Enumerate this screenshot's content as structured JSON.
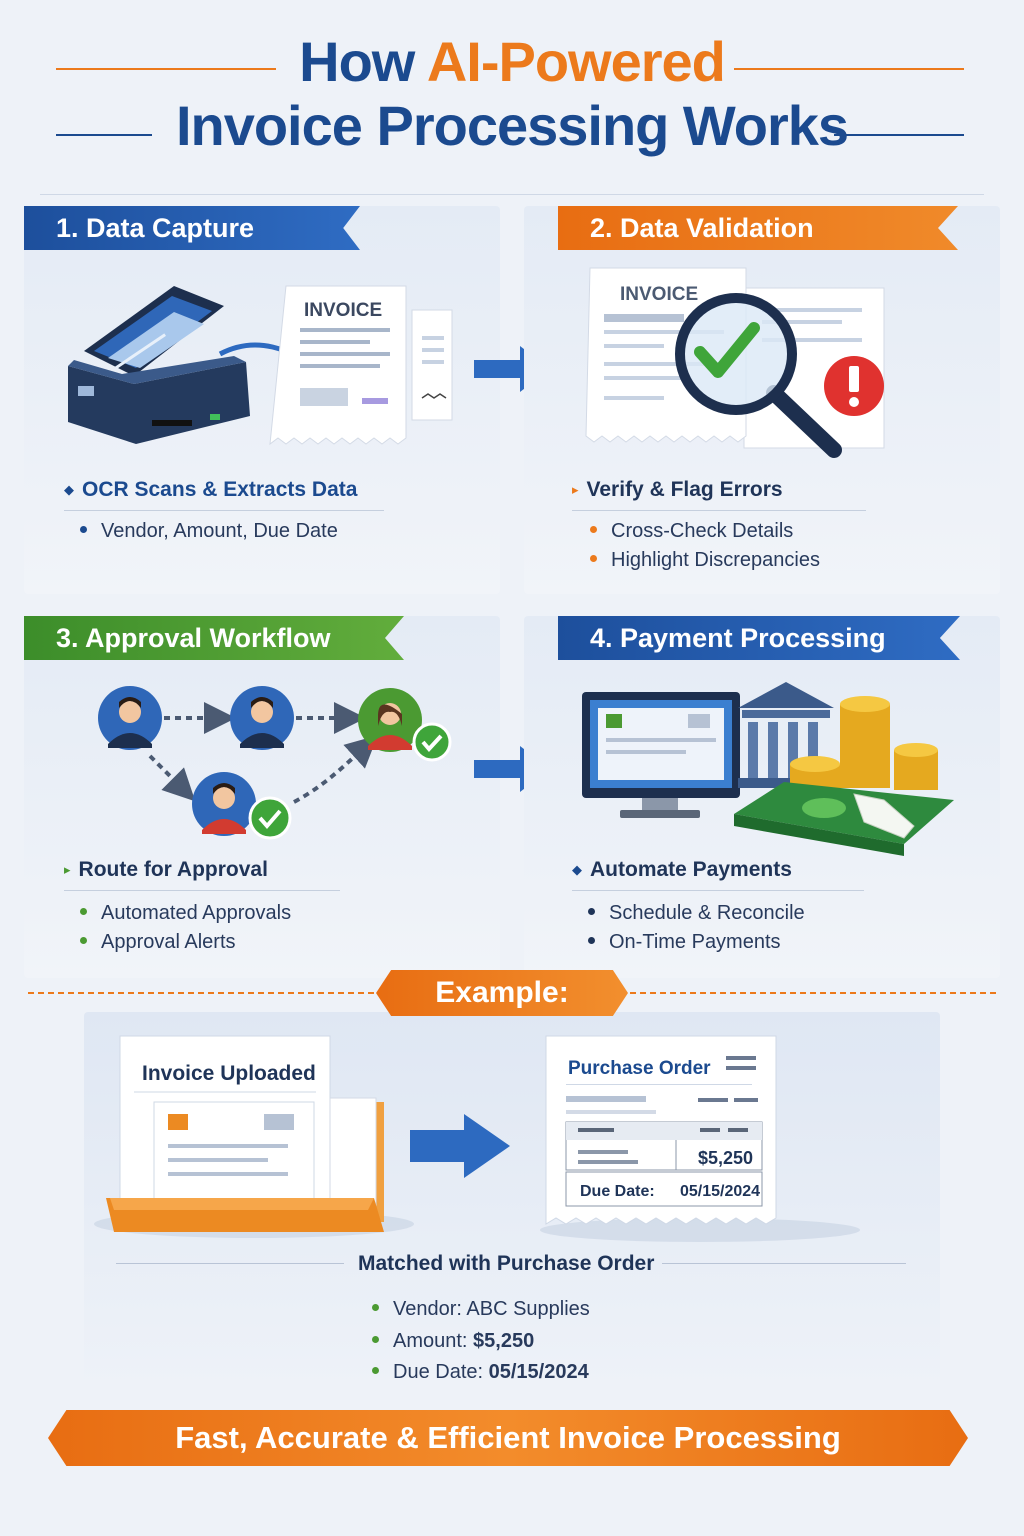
{
  "title": {
    "line1_prefix": "How ",
    "line1_accent": "AI-Powered",
    "line2": "Invoice Processing Works"
  },
  "colors": {
    "navy": "#1b4a8f",
    "orange": "#ec7a1c",
    "green": "#4b9a32",
    "blue_arrow": "#2d6ac0"
  },
  "steps": [
    {
      "title": "1. Data Capture",
      "doc_label": "INVOICE",
      "heading": "OCR Scans & Extracts Data",
      "bullets": [
        "Vendor, Amount, Due Date"
      ]
    },
    {
      "title": "2. Data Validation",
      "doc_label": "INVOICE",
      "heading": "Verify & Flag Errors",
      "bullets": [
        "Cross-Check Details",
        "Highlight Discrepancies"
      ]
    },
    {
      "title": "3. Approval Workflow",
      "heading": "Route for Approval",
      "bullets": [
        "Automated Approvals",
        "Approval Alerts"
      ]
    },
    {
      "title": "4. Payment Processing",
      "heading": "Automate Payments",
      "bullets": [
        "Schedule & Reconcile",
        "On-Time Payments"
      ]
    }
  ],
  "example": {
    "tag": "Example:",
    "uploaded_label": "Invoice Uploaded",
    "po_title": "Purchase Order",
    "po_amount": "$5,250",
    "po_due_label": "Due Date:",
    "po_due_value": "05/15/2024",
    "matched_heading": "Matched with Purchase Order",
    "details": [
      {
        "label": "Vendor: ",
        "value": "ABC Supplies"
      },
      {
        "label": "Amount: ",
        "value": "$5,250"
      },
      {
        "label": "Due Date: ",
        "value": "05/15/2024"
      }
    ]
  },
  "footer": "Fast, Accurate & Efficient Invoice Processing"
}
